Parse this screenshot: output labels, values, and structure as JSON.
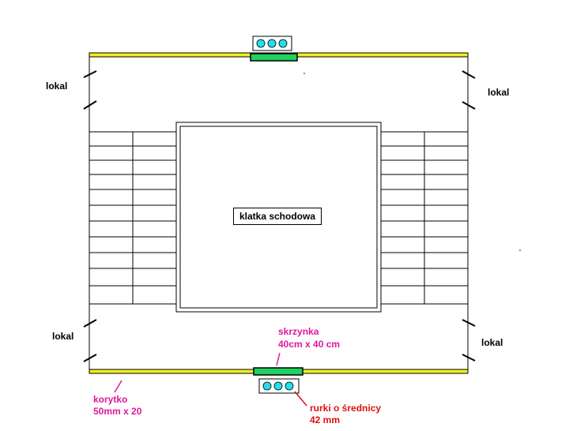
{
  "labels": {
    "lokal_top_left": "lokal",
    "lokal_top_right": "lokal",
    "lokal_bottom_left": "lokal",
    "lokal_bottom_right": "lokal",
    "stairwell": "klatka schodowa",
    "box_line1": "skrzynka",
    "box_line2": "40cm x 40 cm",
    "tray_line1": "korytko",
    "tray_line2": "50mm x 20",
    "pipes_line1": "rurki o średnicy",
    "pipes_line2": "42 mm"
  },
  "colors": {
    "tray": "#f0f020",
    "box": "#20d060",
    "pipe": "#20e0f0",
    "annotation_pink": "#e0189a",
    "annotation_red": "#e01010"
  }
}
